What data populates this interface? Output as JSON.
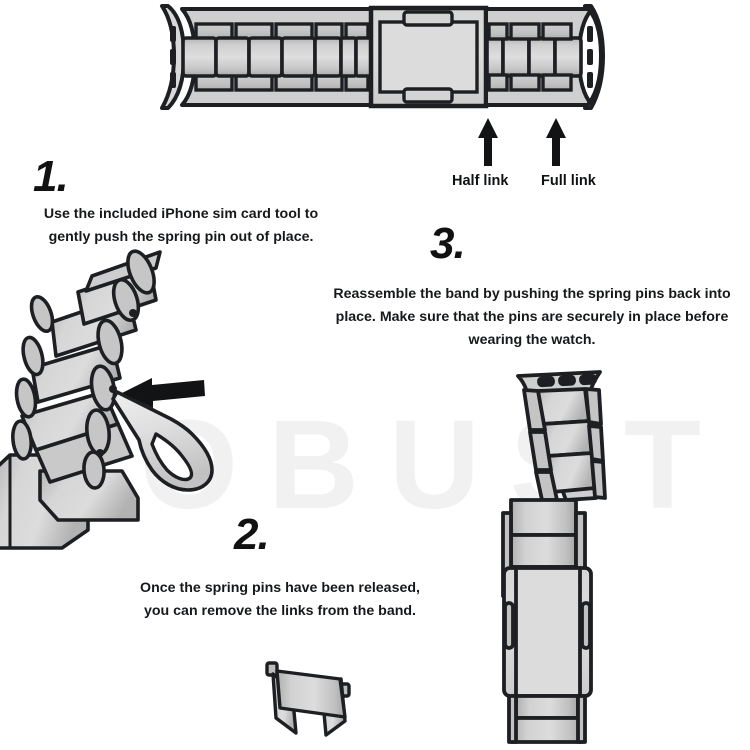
{
  "document": {
    "type": "instruction-diagram",
    "subject": "Watch band link removal instructions",
    "watermark": "ROBUST",
    "background_color": "#ffffff",
    "ink_color": "#16181a",
    "metal_light": "#e2e2e2",
    "metal_mid": "#c3c3c3",
    "metal_dark": "#a9a9a9"
  },
  "top_diagram": {
    "name": "full-band-overview",
    "callouts": [
      {
        "id": "half-link",
        "label": "Half link",
        "arrow": "up"
      },
      {
        "id": "full-link",
        "label": "Full link",
        "arrow": "up"
      }
    ]
  },
  "steps": [
    {
      "number": "1.",
      "text": "Use the included iPhone sim card tool to gently push the spring pin out of place.",
      "illustration": "band-with-sim-tool-pushing-pin"
    },
    {
      "number": "2.",
      "text": "Once the spring pins have been released, you can remove the links from the band.",
      "illustration": "removed-single-link"
    },
    {
      "number": "3.",
      "text": "Reassemble the band by pushing the spring pins back into place. Make sure that the pins are securely in place before wearing the watch.",
      "illustration": "band-halves-being-rejoined"
    }
  ]
}
